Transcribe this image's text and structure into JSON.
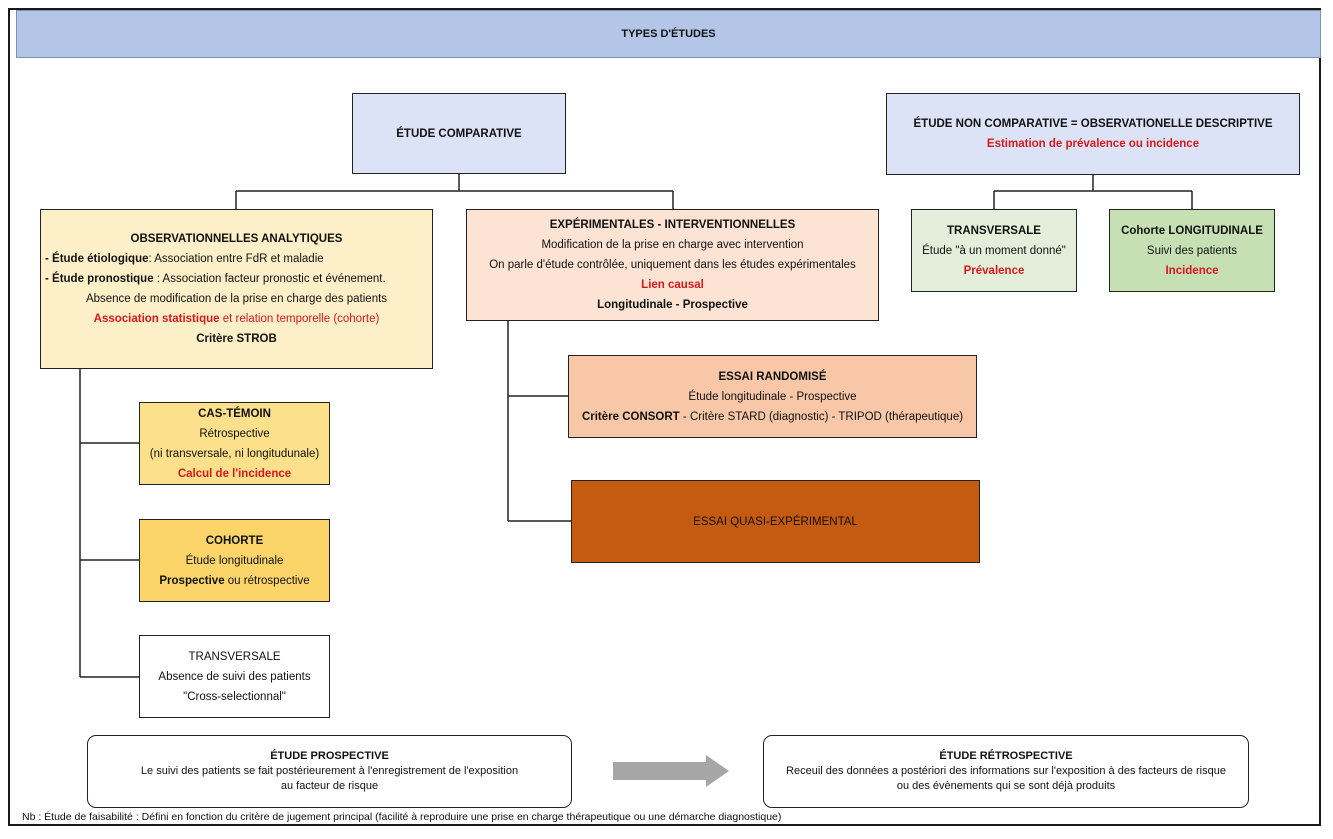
{
  "title": "TYPES D'ÉTUDES",
  "comparative": {
    "title": "ÉTUDE COMPARATIVE"
  },
  "non_comparative": {
    "title": "ÉTUDE NON COMPARATIVE = OBSERVATIONELLE DESCRIPTIVE",
    "subtitle": "Estimation de prévalence ou incidence"
  },
  "transversale_desc": {
    "title": "TRANSVERSALE",
    "line1": "Étude \"à un moment donné\"",
    "line2": "Prévalence"
  },
  "cohorte_longi": {
    "title": "Cohorte LONGITUDINALE",
    "line1": "Suivi des patients",
    "line2": "Incidence"
  },
  "observationnelles": {
    "title": "OBSERVATIONNELLES ANALYTIQUES",
    "line1_bold": "- Étude étiologique",
    "line1_rest": ": Association entre FdR et maladie",
    "line2_bold": "- Étude pronostique",
    "line2_rest": " : Association facteur pronostic et événement.",
    "line3": "Absence de modification de la prise en charge des patients",
    "line4_bold": "Association statistique",
    "line4_rest": " et relation temporelle (cohorte)",
    "line5": "Critère STROB"
  },
  "experimentales": {
    "title": "EXPÉRIMENTALES - INTERVENTIONNELLES",
    "line1": "Modification de la prise en charge avec intervention",
    "line2": "On parle d'étude contrôlée, uniquement dans les études expérimentales",
    "line3": "Lien causal",
    "line4": "Longitudinale - Prospective"
  },
  "cas_temoin": {
    "title": "CAS-TÉMOIN",
    "line1": "Rétrospective",
    "line2": "(ni transversale, ni longitudunale)",
    "line3": "Calcul de l'incidence"
  },
  "cohorte": {
    "title": "COHORTE",
    "line1": "Étude longitudinale",
    "line2_bold": "Prospective",
    "line2_rest": " ou rétrospective"
  },
  "transversale_obs": {
    "title": "TRANSVERSALE",
    "line1": "Absence de suivi des patients",
    "line2": "\"Cross-selectionnal\""
  },
  "essai_randomise": {
    "title": "ESSAI RANDOMISÉ",
    "line1": "Étude longitudinale - Prospective",
    "line2_bold": "Critère CONSORT",
    "line2_rest": " - Critère STARD (diagnostic) - TRIPOD (thérapeutique)"
  },
  "essai_quasi": {
    "title": "ESSAI QUASI-EXPÉRIMENTAL"
  },
  "prospective": {
    "title": "ÉTUDE PROSPECTIVE",
    "text": "Le suivi des patients se fait postérieurement à l'enregistrement de l'exposition au facteur de risque"
  },
  "retrospective": {
    "title": "ÉTUDE RÉTROSPECTIVE",
    "text": "Receuil des données a postériori des informations sur l'exposition à des facteurs de risque ou des évènements qui se sont déjà produits"
  },
  "footer": "Nb : Étude de faisabilité : Défini en fonction du critère de jugement principal (facilité à reproduire une prise en charge thérapeutique ou une démarche diagnostique)",
  "colors": {
    "header": "#b4c6e7",
    "comparative": "#dce3f6",
    "observationnelles": "#fdf0c8",
    "experimentales": "#fce3d3",
    "cas_temoin": "#fde08c",
    "cohorte": "#fcd56a",
    "essai_randomise": "#f8c7a8",
    "essai_quasi": "#c55a11",
    "transversale_desc": "#e3efda",
    "cohorte_longi": "#c6e0b4",
    "accent_red": "#d6181f",
    "arrow": "#a6a6a6"
  }
}
